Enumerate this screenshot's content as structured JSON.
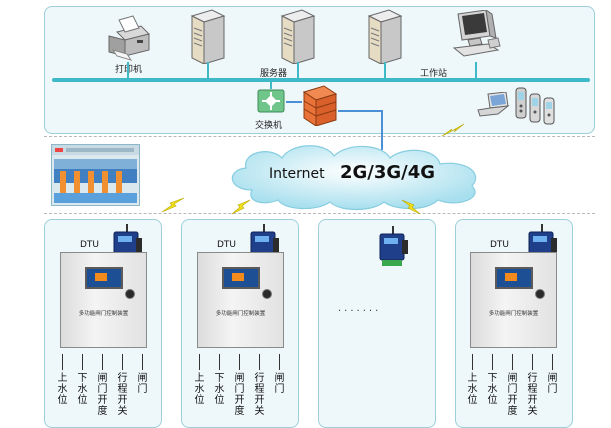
{
  "top_network": {
    "printer_label": "打印机",
    "server_label": "服务器",
    "workstation_label": "工作站",
    "switch_label": "交换机"
  },
  "cloud": {
    "internet_label": "Internet",
    "network_label": "2G/3G/4G"
  },
  "field_units": {
    "dtu_label": "DTU",
    "cabinet_title": "多功能闸门控制装置",
    "ellipsis": "·······",
    "signals": [
      "上水位",
      "下水位",
      "闸门开度",
      "行程开关",
      "闸门"
    ]
  },
  "colors": {
    "panel_border": "#9ccfd8",
    "panel_fill": "#eef8fb",
    "bus": "#3fb8c8",
    "link": "#4a8fd8",
    "wireless": "#f3e21a",
    "cloud": "#bfe9f3"
  }
}
